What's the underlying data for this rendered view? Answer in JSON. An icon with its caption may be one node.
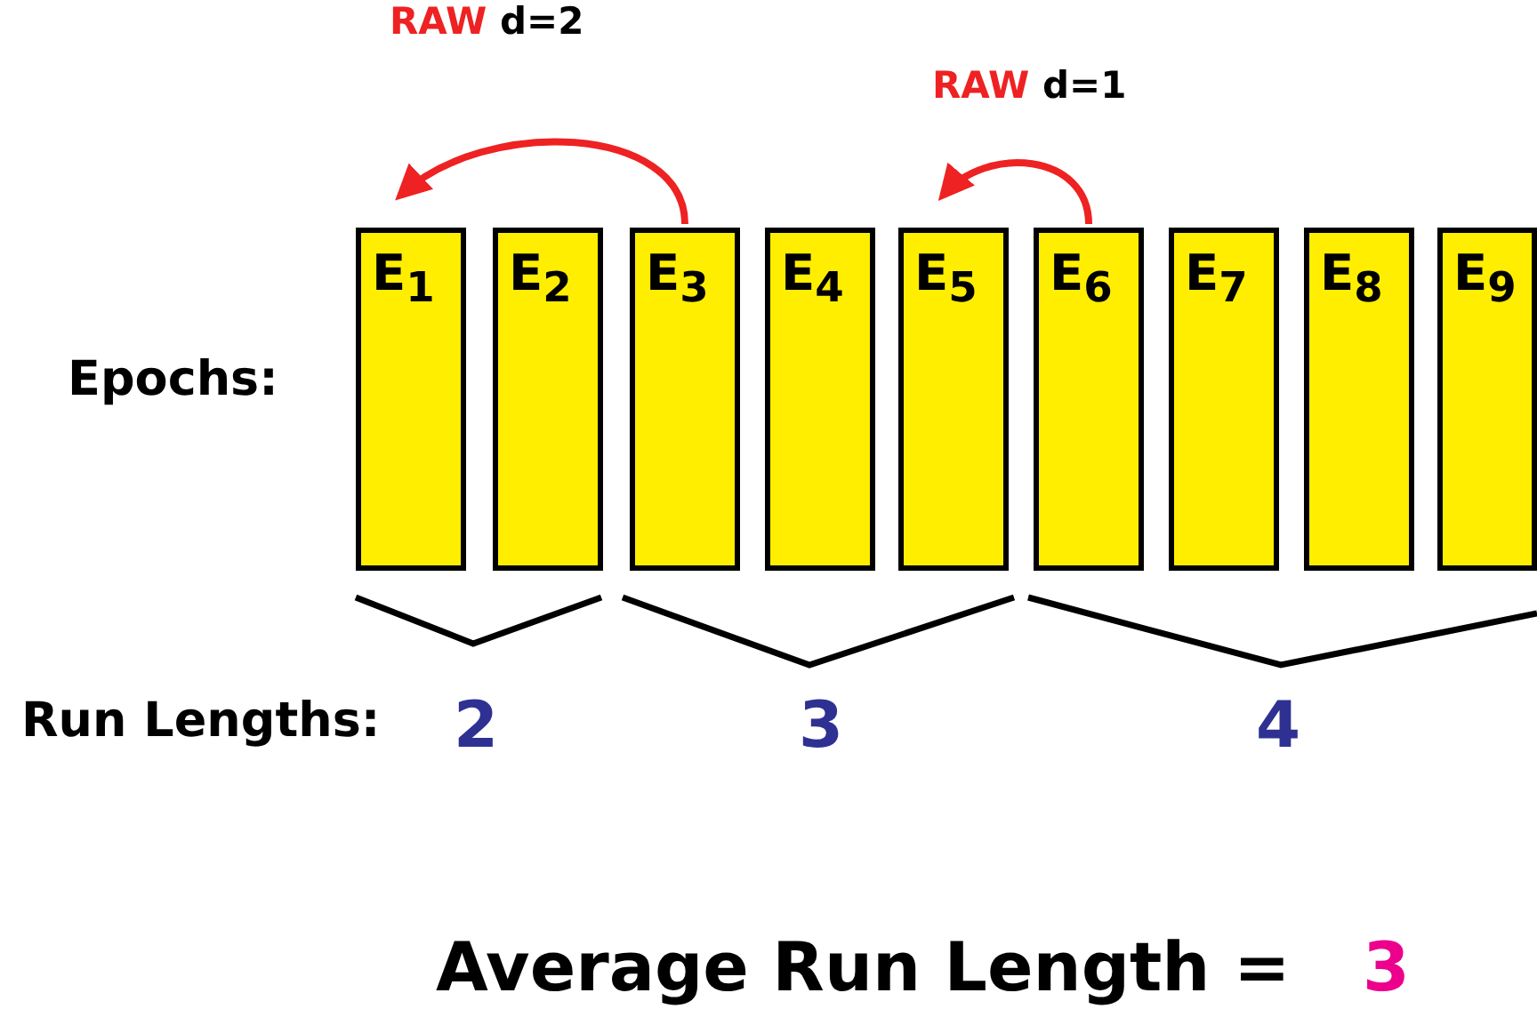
{
  "diagram": {
    "nodes": [
      {
        "text": [
          "E$_{1}$"
        ]
      },
      {
        "text": [
          "E$_{2}$"
        ]
      },
      {
        "text": [
          "E$_{3}$"
        ]
      },
      {
        "text": [
          "E$_{4}$"
        ]
      },
      {
        "text": [
          "E$_{5}$"
        ]
      },
      {
        "text": [
          "E$_{6}$"
        ]
      },
      {
        "text": [
          "E$_{7}$"
        ]
      },
      {
        "text": [
          "E$_{8}$"
        ]
      },
      {
        "text": [
          "E$_{9}$"
        ]
      }
    ],
    "edges": [
      {
        "from": 2,
        "to": 0,
        "arrow": "to",
        "label": "RAW d=2"
      },
      {
        "from": 5,
        "to": 4,
        "arrow": "to",
        "label": "RAW d=1"
      }
    ],
    "labels": [
      "Epochs:",
      "Run Lengths:",
      "2",
      "3",
      "4",
      "Average Run Length =",
      "3"
    ]
  }
}
